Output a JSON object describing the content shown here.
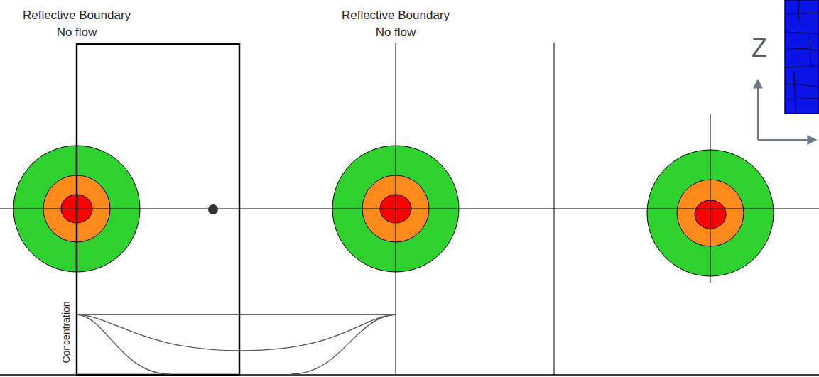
{
  "diagram": {
    "labels": [
      "Reflective Boundary",
      "No flow",
      "Reflective Boundary",
      "No flow",
      "Z",
      "Concentration"
    ]
  }
}
